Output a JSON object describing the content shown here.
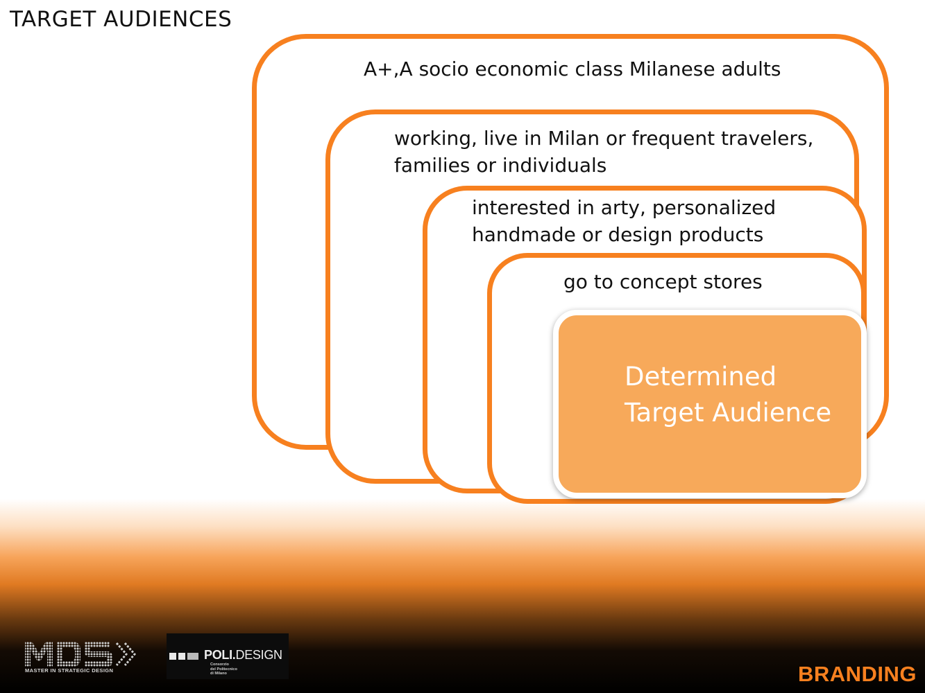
{
  "slide": {
    "title": "TARGET AUDIENCES",
    "section_label": "BRANDING"
  },
  "layers": [
    {
      "text": "A+,A socio economic class Milanese adults"
    },
    {
      "text": "working, live in Milan or frequent travelers,\nfamilies or individuals"
    },
    {
      "text": "interested in arty, personalized\nhandmade or design products"
    },
    {
      "text": "go to concept stores"
    }
  ],
  "core": {
    "text": "Determined\nTarget Audience"
  },
  "logos": {
    "mds": {
      "wordmark": "MDS",
      "caption": "MASTER IN STRATEGIC DESIGN"
    },
    "polidesign": {
      "name_bold": "POLI.",
      "name_rest": "DESIGN",
      "subtitle": "Consorzio\ndel Politecnico\ndi Milano"
    }
  },
  "colors": {
    "accent": "#f7801f",
    "core_fill": "#f7a95a"
  }
}
